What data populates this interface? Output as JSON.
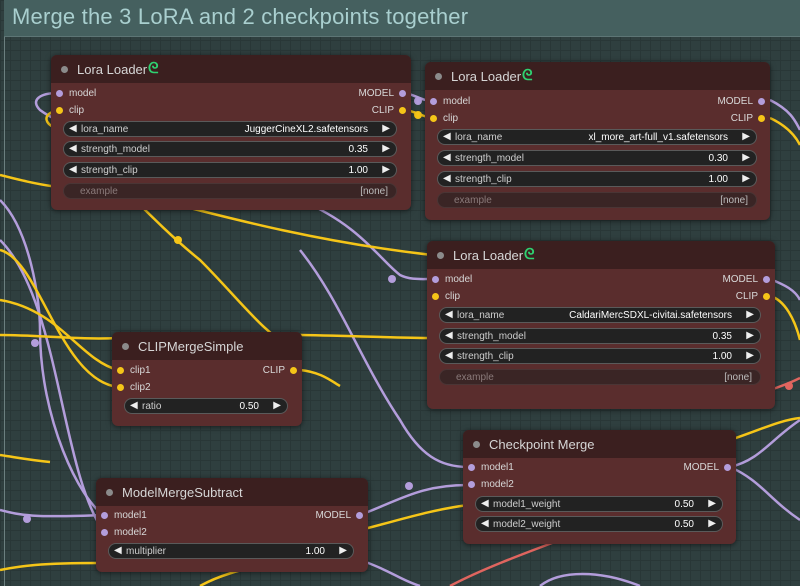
{
  "group": {
    "title": "Merge the 3 LoRA and 2 checkpoints together"
  },
  "lora1": {
    "title": "Lora Loader",
    "inputs": [
      "model",
      "clip"
    ],
    "outputs": [
      "MODEL",
      "CLIP"
    ],
    "lora_name_label": "lora_name",
    "lora_name": "JuggerCineXL2.safetensors",
    "strength_model_label": "strength_model",
    "strength_model": "0.35",
    "strength_clip_label": "strength_clip",
    "strength_clip": "1.00",
    "example_label": "example",
    "example": "[none]"
  },
  "lora2": {
    "title": "Lora Loader",
    "inputs": [
      "model",
      "clip"
    ],
    "outputs": [
      "MODEL",
      "CLIP"
    ],
    "lora_name_label": "lora_name",
    "lora_name": "xl_more_art-full_v1.safetensors",
    "strength_model_label": "strength_model",
    "strength_model": "0.30",
    "strength_clip_label": "strength_clip",
    "strength_clip": "1.00",
    "example_label": "example",
    "example": "[none]"
  },
  "lora3": {
    "title": "Lora Loader",
    "inputs": [
      "model",
      "clip"
    ],
    "outputs": [
      "MODEL",
      "CLIP"
    ],
    "lora_name_label": "lora_name",
    "lora_name": "CaldariMercSDXL-civitai.safetensors",
    "strength_model_label": "strength_model",
    "strength_model": "0.35",
    "strength_clip_label": "strength_clip",
    "strength_clip": "1.00",
    "example_label": "example",
    "example": "[none]"
  },
  "clip_merge": {
    "title": "CLIPMergeSimple",
    "inputs": [
      "clip1",
      "clip2"
    ],
    "outputs": [
      "CLIP"
    ],
    "ratio_label": "ratio",
    "ratio": "0.50"
  },
  "checkpoint_merge": {
    "title": "Checkpoint Merge",
    "inputs": [
      "model1",
      "model2"
    ],
    "outputs": [
      "MODEL"
    ],
    "w1_label": "model1_weight",
    "w1": "0.50",
    "w2_label": "model2_weight",
    "w2": "0.50"
  },
  "model_subtract": {
    "title": "ModelMergeSubtract",
    "inputs": [
      "model1",
      "model2"
    ],
    "outputs": [
      "MODEL"
    ],
    "multiplier_label": "multiplier",
    "multiplier": "1.00"
  },
  "colors": {
    "model_wire": "#b39ddb",
    "clip_wire": "#f5c518",
    "vae_wire": "#e0655f",
    "node_body": "#5a2d2d",
    "node_title": "#3b1f1f",
    "link_icon": "#2fd171"
  }
}
